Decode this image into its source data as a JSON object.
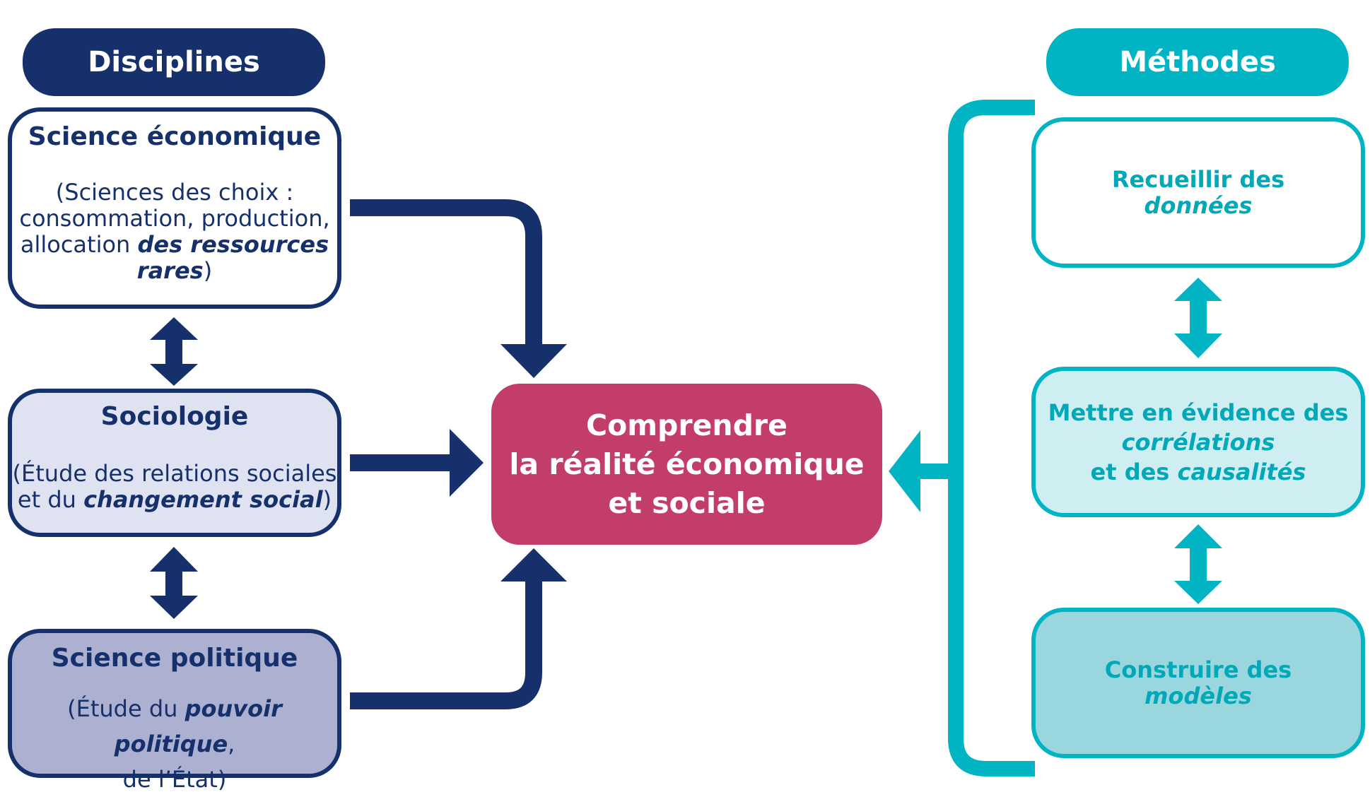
{
  "colors": {
    "navy": "#15306b",
    "teal": "#00b4c4",
    "magenta": "#c33d6b",
    "light_lavender": "#dfe2f0",
    "lavender": "#acb1d2",
    "light_teal": "#cfeef2",
    "mid_teal": "#9ad6de"
  },
  "headers": {
    "disciplines": "Disciplines",
    "methodes": "Méthodes"
  },
  "disciplines": {
    "economie": {
      "title": "Science économique",
      "desc_1": "(Sciences des choix :",
      "desc_2": "consommation, production,",
      "desc_3": "allocation ",
      "desc_3_em": "des ressources",
      "desc_4_em": "rares",
      "desc_4": ")"
    },
    "sociologie": {
      "title": "Sociologie",
      "desc_1": "(Étude des relations sociales",
      "desc_2": "et du ",
      "desc_2_em": "changement social",
      "desc_2_end": ")"
    },
    "politique": {
      "title": "Science politique",
      "desc_1": "(Étude du ",
      "desc_1_em": "pouvoir politique",
      "desc_1_end": ",",
      "desc_2": "de l’État)"
    }
  },
  "center": {
    "line_1": "Comprendre",
    "line_2": "la réalité économique",
    "line_3": "et sociale"
  },
  "methodes": {
    "recueillir": {
      "line_1": "Recueillir des",
      "line_2_em": "données"
    },
    "evidence": {
      "line_1": "Mettre en évidence des",
      "line_2_em": "corrélations",
      "line_3": "et des ",
      "line_3_em": "causalités"
    },
    "modeles": {
      "line_1": "Construire des",
      "line_2_em": "modèles"
    }
  },
  "icons": [
    "double-arrow-icon",
    "arrow-icon",
    "bracket-icon"
  ]
}
